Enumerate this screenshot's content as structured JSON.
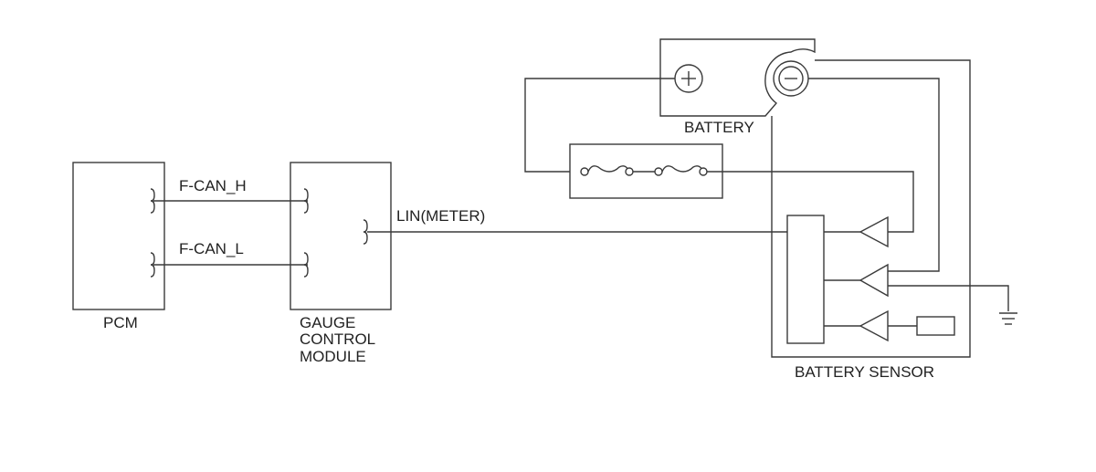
{
  "labels": {
    "pcm": "PCM",
    "gcm_line1": "GAUGE",
    "gcm_line2": "CONTROL",
    "gcm_line3": "MODULE",
    "f_can_h": "F-CAN_H",
    "f_can_l": "F-CAN_L",
    "lin": "LIN(METER)",
    "battery": "BATTERY",
    "battery_sensor": "BATTERY SENSOR"
  },
  "icons": {
    "battery_positive": "plus-terminal-icon",
    "battery_negative": "minus-terminal-icon",
    "ground": "ground-icon"
  },
  "colors": {
    "line": "#3a3a3a",
    "text": "#222222",
    "background": "#ffffff"
  }
}
